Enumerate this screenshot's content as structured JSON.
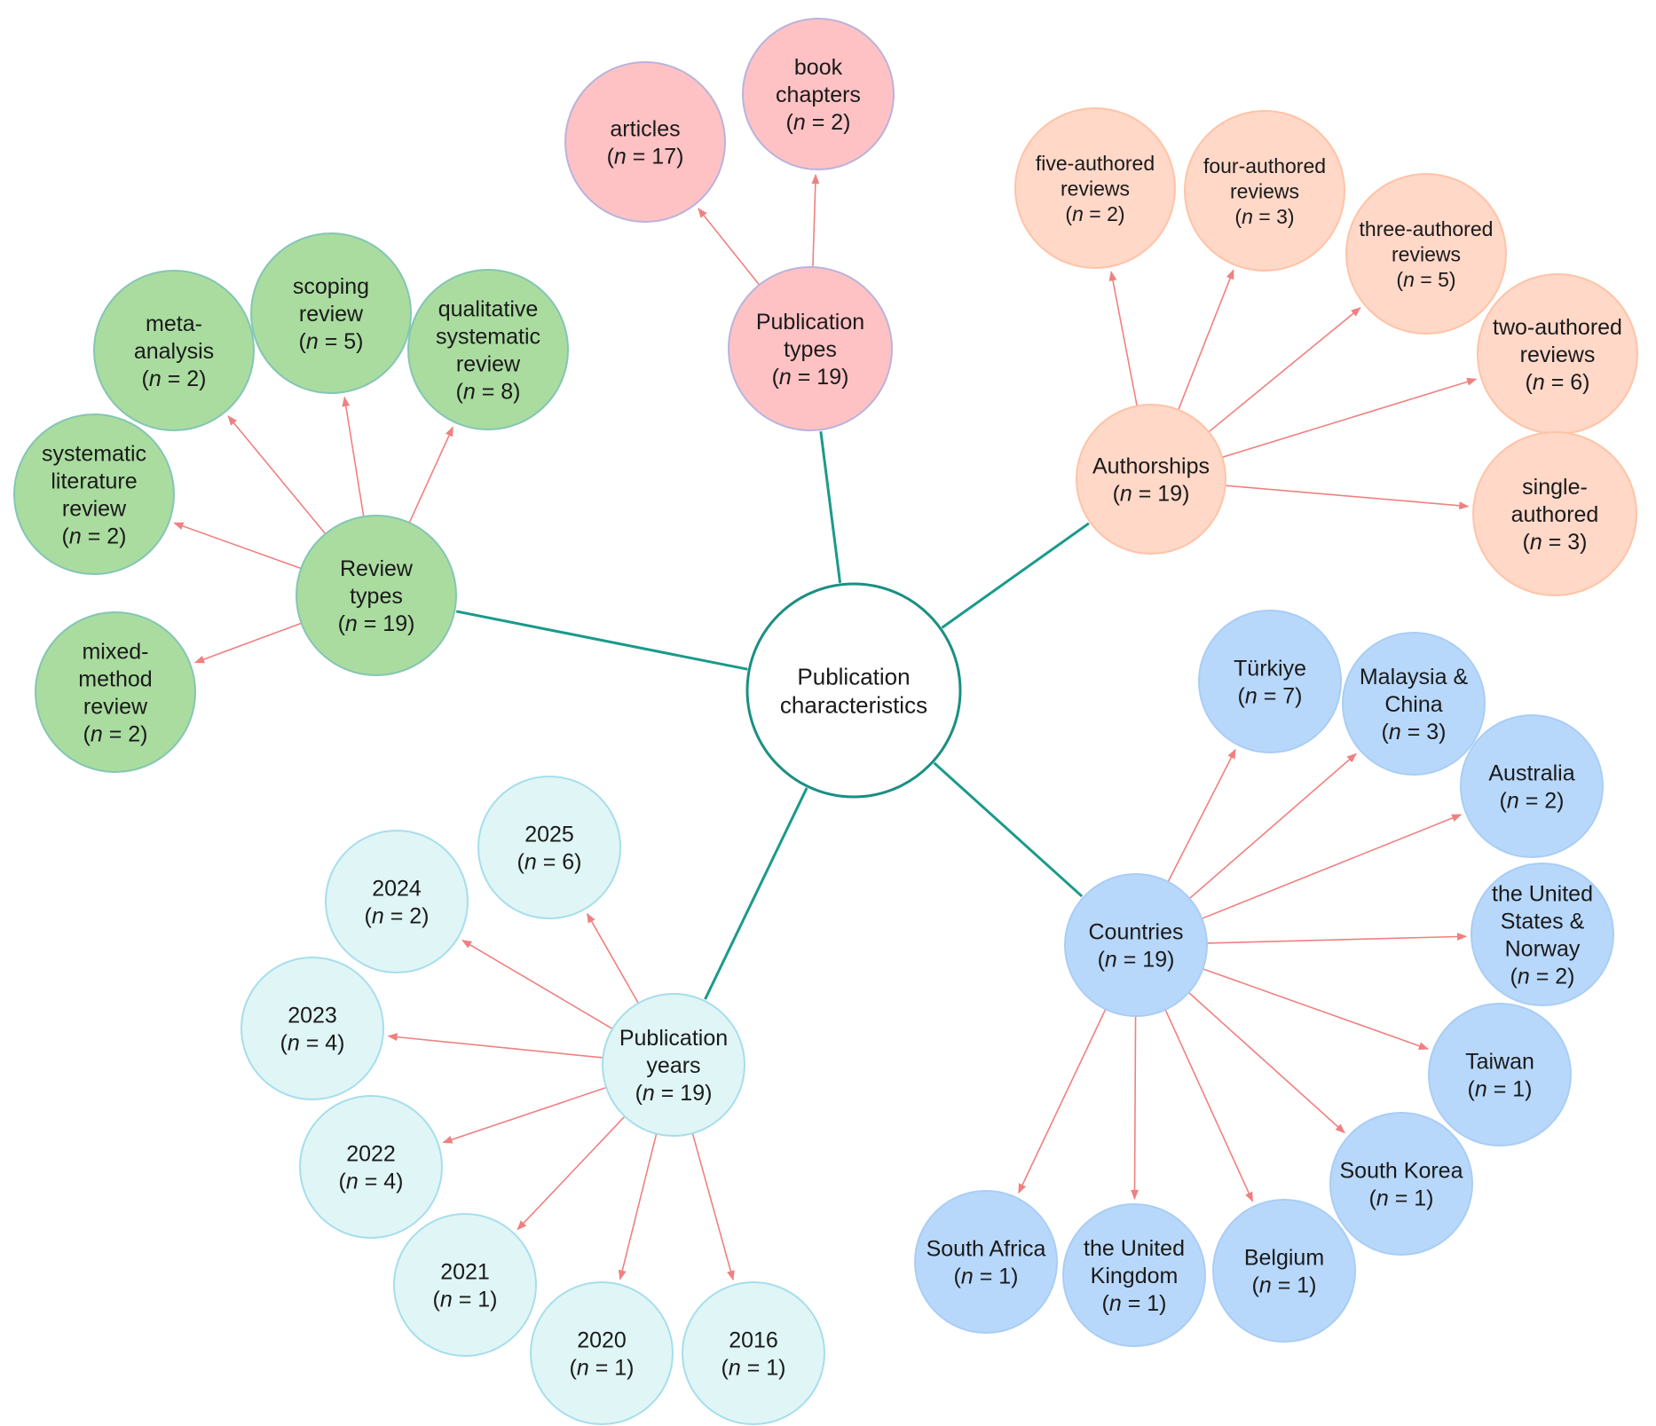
{
  "center": {
    "label": [
      "Publication",
      "characteristics"
    ]
  },
  "colors": {
    "hub_line": "#1a9a8a",
    "arrow": "#f08080",
    "center_stroke": "#1a8f82",
    "publication_types": {
      "fill": "#ffc2c4",
      "stroke": "#b9b3dc"
    },
    "authorships": {
      "fill": "#ffd8c8",
      "stroke": "#ffc3a6"
    },
    "review_types": {
      "fill": "#aadca0",
      "stroke": "#84c6b4"
    },
    "publication_years": {
      "fill": "#e0f5f5",
      "stroke": "#a6deec"
    },
    "countries": {
      "fill": "#b8d8fb",
      "stroke": "#a9cdf5"
    }
  },
  "groups": [
    {
      "id": "publication_types",
      "label": [
        "Publication",
        "types",
        "(n = 19)"
      ],
      "children": [
        {
          "label": [
            "articles",
            "(n = 17)"
          ]
        },
        {
          "label": [
            "book",
            "chapters",
            "(n = 2)"
          ]
        }
      ]
    },
    {
      "id": "authorships",
      "label": [
        "Authorships",
        "(n = 19)"
      ],
      "children": [
        {
          "label": [
            "five-authored",
            "reviews",
            "(n = 2)"
          ]
        },
        {
          "label": [
            "four-authored",
            "reviews",
            "(n = 3)"
          ]
        },
        {
          "label": [
            "three-authored",
            "reviews",
            "(n = 5)"
          ]
        },
        {
          "label": [
            "two-authored",
            "reviews",
            "(n = 6)"
          ]
        },
        {
          "label": [
            "single-",
            "authored",
            "(n = 3)"
          ]
        }
      ]
    },
    {
      "id": "review_types",
      "label": [
        "Review",
        "types",
        "(n = 19)"
      ],
      "children": [
        {
          "label": [
            "meta-",
            "analysis",
            "(n = 2)"
          ]
        },
        {
          "label": [
            "scoping",
            "review",
            "(n = 5)"
          ]
        },
        {
          "label": [
            "qualitative",
            "systematic",
            "review",
            "(n = 8)"
          ]
        },
        {
          "label": [
            "systematic",
            "literature",
            "review",
            "(n = 2)"
          ]
        },
        {
          "label": [
            "mixed-",
            "method",
            "review",
            "(n = 2)"
          ]
        }
      ]
    },
    {
      "id": "publication_years",
      "label": [
        "Publication",
        "years",
        "(n = 19)"
      ],
      "children": [
        {
          "label": [
            "2025",
            "(n = 6)"
          ]
        },
        {
          "label": [
            "2024",
            "(n = 2)"
          ]
        },
        {
          "label": [
            "2023",
            "(n = 4)"
          ]
        },
        {
          "label": [
            "2022",
            "(n = 4)"
          ]
        },
        {
          "label": [
            "2021",
            "(n = 1)"
          ]
        },
        {
          "label": [
            "2020",
            "(n = 1)"
          ]
        },
        {
          "label": [
            "2016",
            "(n = 1)"
          ]
        }
      ]
    },
    {
      "id": "countries",
      "label": [
        "Countries",
        "(n = 19)"
      ],
      "children": [
        {
          "label": [
            "Türkiye",
            "(n = 7)"
          ]
        },
        {
          "label": [
            "Malaysia &",
            "China",
            "(n = 3)"
          ]
        },
        {
          "label": [
            "Australia",
            "(n = 2)"
          ]
        },
        {
          "label": [
            "the United",
            "States &",
            "Norway",
            "(n = 2)"
          ]
        },
        {
          "label": [
            "Taiwan",
            "(n = 1)"
          ]
        },
        {
          "label": [
            "South Korea",
            "(n = 1)"
          ]
        },
        {
          "label": [
            "Belgium",
            "(n = 1)"
          ]
        },
        {
          "label": [
            "the United",
            "Kingdom",
            "(n = 1)"
          ]
        },
        {
          "label": [
            "South Africa",
            "(n = 1)"
          ]
        }
      ]
    }
  ]
}
